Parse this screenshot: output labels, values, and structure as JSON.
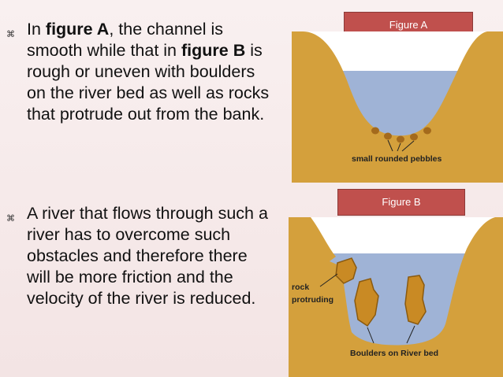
{
  "bullets": [
    {
      "glyph": "⌘",
      "parts": [
        {
          "t": "In ",
          "b": false
        },
        {
          "t": "figure A",
          "b": true
        },
        {
          "t": ", the channel is smooth while that in ",
          "b": false
        },
        {
          "t": "figure B",
          "b": true
        },
        {
          "t": " is rough or uneven with boulders on the river bed as well as rocks that protrude out from the bank.",
          "b": false
        }
      ]
    },
    {
      "glyph": "⌘",
      "parts": [
        {
          "t": "A river that flows through such a river has to overcome such obstacles and therefore there will be more friction and the velocity of the river is reduced.",
          "b": false
        }
      ]
    }
  ],
  "figure_a": {
    "label": "Figure A",
    "caption": "small rounded pebbles"
  },
  "figure_b": {
    "label": "Figure B",
    "rock_caption_line1": "rock",
    "rock_caption_line2": "protruding",
    "boulder_caption": "Boulders on River bed"
  },
  "colors": {
    "bank": "#d4a03c",
    "water": "#9fb3d6",
    "label_bg": "#c0504d"
  }
}
